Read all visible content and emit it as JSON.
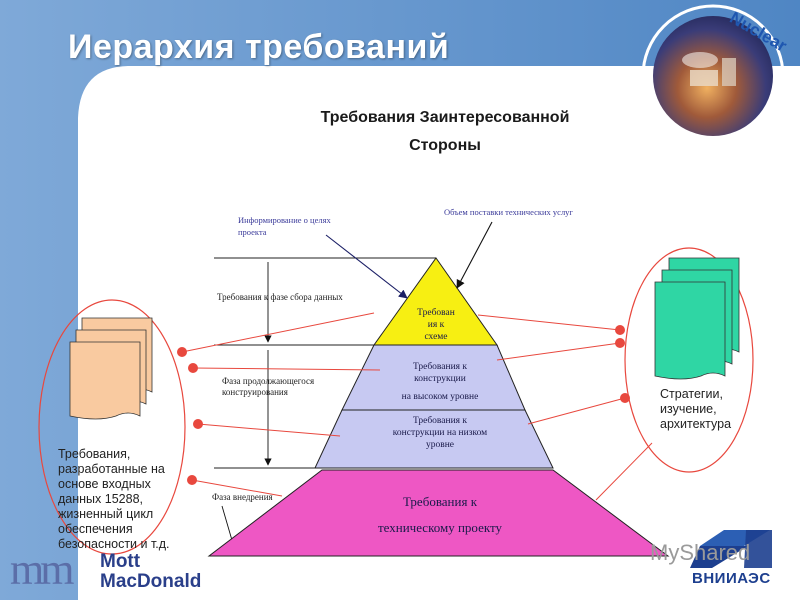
{
  "slide": {
    "title": "Иерархия требований",
    "subtitle_line1": "Требования Заинтересованной",
    "subtitle_line2": "Стороны"
  },
  "arrows": {
    "informing": "Информирование о целях проекта",
    "scope": "Объем поставки технических услуг"
  },
  "phases": {
    "data_collection": "Требования к фазе сбора данных",
    "design_continuing": "Фаза продолжающегося конструирования",
    "implementation": "Фаза внедрения"
  },
  "pyramid": {
    "top": [
      "Требован",
      "ия к",
      "схеме"
    ],
    "high_1": "Требования к",
    "high_2": "конструкции",
    "high_3": "на высоком уровне",
    "low_1": "Требования к",
    "low_2": "конструкции на низком",
    "low_3": "уровне",
    "base_1": "Требования к",
    "base_2": "техническому проекту"
  },
  "left_docs": {
    "label": [
      "Требования,",
      "разработанные на",
      "основе входных",
      "данных 15288,",
      "жизненный цикл",
      "обеспечения",
      "безопасности и т.д."
    ]
  },
  "right_docs": {
    "label": [
      "Стратегии,",
      "изучение,",
      "архитектура"
    ]
  },
  "corner_badge": {
    "text": "Nuclear"
  },
  "logos": {
    "mott_mark": "mm",
    "mott_line1": "Mott",
    "mott_line2": "MacDonald",
    "vniiaes": "ВНИИАЭС",
    "watermark": "MyShared"
  },
  "colors": {
    "top_tier": "#f7ef12",
    "middle_tiers": "#c7c9f2",
    "base_tier": "#ee57c4",
    "left_docs": "#f9caa0",
    "right_docs": "#2fd6a4",
    "connector": "#e8483e",
    "header_blue": "#5d8fc6"
  }
}
